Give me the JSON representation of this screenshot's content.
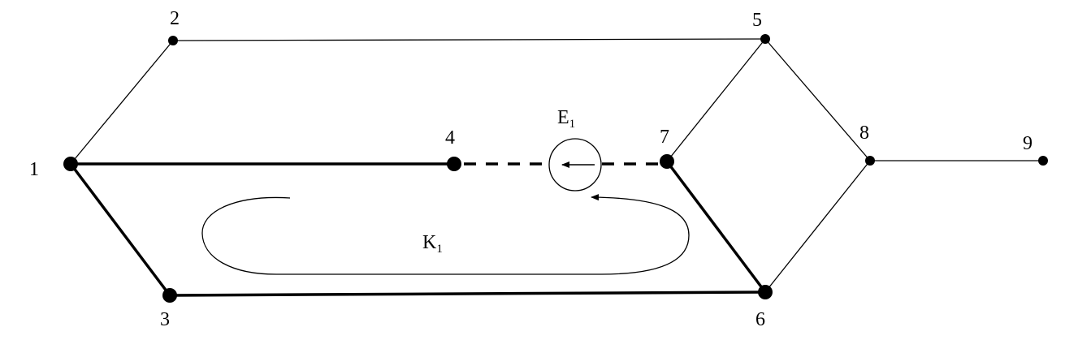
{
  "node_labels": {
    "n1": "1",
    "n2": "2",
    "n3": "3",
    "n4": "4",
    "n5": "5",
    "n6": "6",
    "n7": "7",
    "n8": "8",
    "n9": "9"
  },
  "source": {
    "letter": "E",
    "subscript": "1"
  },
  "loop": {
    "letter": "K",
    "subscript": "1"
  },
  "colors": {
    "stroke": "#000000",
    "background": "#ffffff"
  }
}
